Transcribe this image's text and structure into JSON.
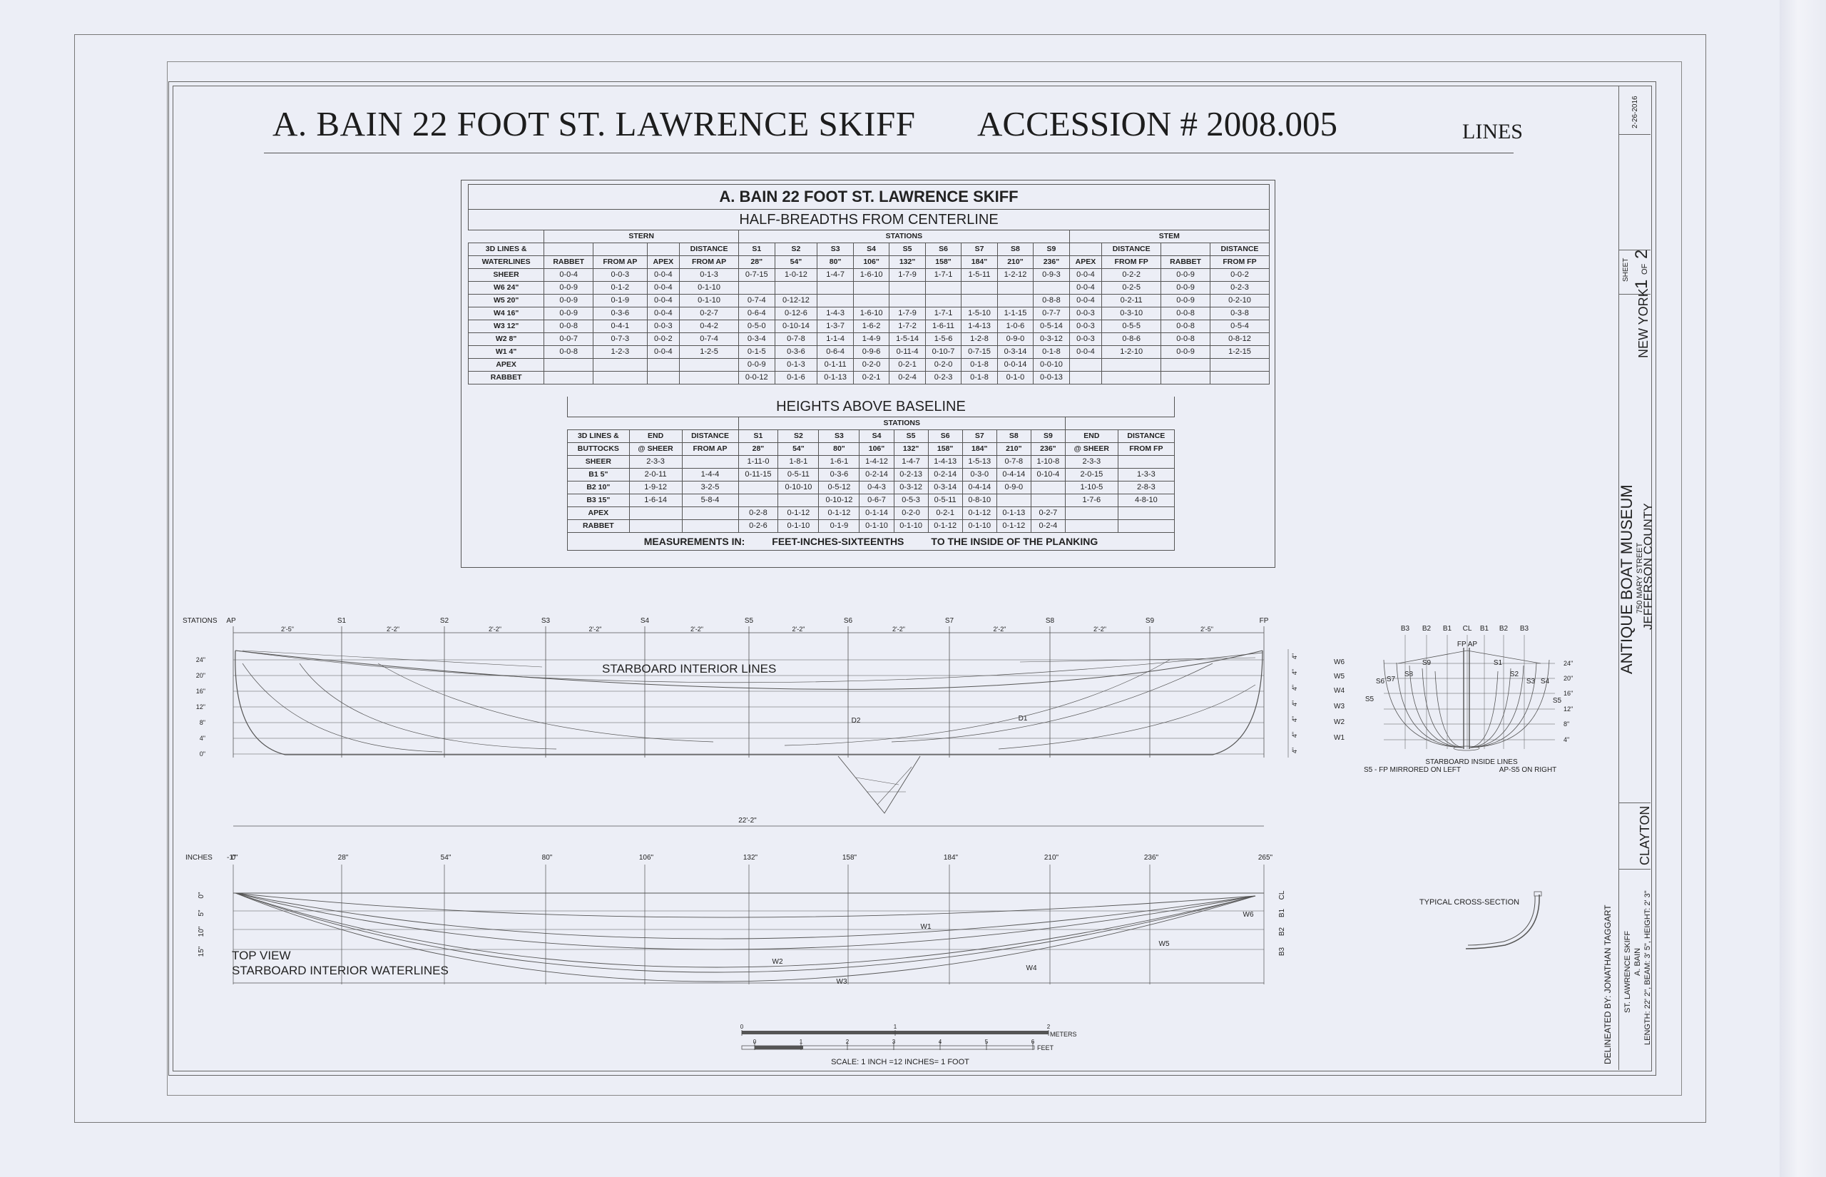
{
  "title": {
    "main": "A. BAIN 22 FOOT ST. LAWRENCE SKIFF",
    "accession": "ACCESSION # 2008.005",
    "sheet_name": "LINES"
  },
  "half_breadths": {
    "title": "A. BAIN 22 FOOT ST. LAWRENCE SKIFF",
    "subtitle": "HALF-BREADTHS FROM CENTERLINE",
    "group_stern": "STERN",
    "group_stations": "STATIONS",
    "group_stem": "STEM",
    "row_head_1": "3D LINES &",
    "row_head_2": "WATERLINES",
    "stern_cols": [
      "RABBET",
      "FROM AP",
      "APEX",
      "FROM AP"
    ],
    "distance_label": "DISTANCE",
    "station_names": [
      "S1",
      "S2",
      "S3",
      "S4",
      "S5",
      "S6",
      "S7",
      "S8",
      "S9"
    ],
    "station_dims": [
      "28\"",
      "54\"",
      "80\"",
      "106\"",
      "132\"",
      "158\"",
      "184\"",
      "210\"",
      "236\""
    ],
    "stem_cols": [
      "APEX",
      "FROM FP",
      "RABBET",
      "FROM FP"
    ],
    "rows": [
      {
        "label": "SHEER",
        "cells": [
          "0-0-4",
          "0-0-3",
          "0-0-4",
          "0-1-3",
          "0-7-15",
          "1-0-12",
          "1-4-7",
          "1-6-10",
          "1-7-9",
          "1-7-1",
          "1-5-11",
          "1-2-12",
          "0-9-3",
          "0-0-4",
          "0-2-2",
          "0-0-9",
          "0-0-2"
        ]
      },
      {
        "label": "W6   24\"",
        "cells": [
          "0-0-9",
          "0-1-2",
          "0-0-4",
          "0-1-10",
          "",
          "",
          "",
          "",
          "",
          "",
          "",
          "",
          "",
          "0-0-4",
          "0-2-5",
          "0-0-9",
          "0-2-3"
        ]
      },
      {
        "label": "W5   20\"",
        "cells": [
          "0-0-9",
          "0-1-9",
          "0-0-4",
          "0-1-10",
          "0-7-4",
          "0-12-12",
          "",
          "",
          "",
          "",
          "",
          "",
          "0-8-8",
          "0-0-4",
          "0-2-11",
          "0-0-9",
          "0-2-10"
        ]
      },
      {
        "label": "W4   16\"",
        "cells": [
          "0-0-9",
          "0-3-6",
          "0-0-4",
          "0-2-7",
          "0-6-4",
          "0-12-6",
          "1-4-3",
          "1-6-10",
          "1-7-9",
          "1-7-1",
          "1-5-10",
          "1-1-15",
          "0-7-7",
          "0-0-3",
          "0-3-10",
          "0-0-8",
          "0-3-8"
        ]
      },
      {
        "label": "W3   12\"",
        "cells": [
          "0-0-8",
          "0-4-1",
          "0-0-3",
          "0-4-2",
          "0-5-0",
          "0-10-14",
          "1-3-7",
          "1-6-2",
          "1-7-2",
          "1-6-11",
          "1-4-13",
          "1-0-6",
          "0-5-14",
          "0-0-3",
          "0-5-5",
          "0-0-8",
          "0-5-4"
        ]
      },
      {
        "label": "W2   8\"",
        "cells": [
          "0-0-7",
          "0-7-3",
          "0-0-2",
          "0-7-4",
          "0-3-4",
          "0-7-8",
          "1-1-4",
          "1-4-9",
          "1-5-14",
          "1-5-6",
          "1-2-8",
          "0-9-0",
          "0-3-12",
          "0-0-3",
          "0-8-6",
          "0-0-8",
          "0-8-12"
        ]
      },
      {
        "label": "W1   4\"",
        "cells": [
          "0-0-8",
          "1-2-3",
          "0-0-4",
          "1-2-5",
          "0-1-5",
          "0-3-6",
          "0-6-4",
          "0-9-6",
          "0-11-4",
          "0-10-7",
          "0-7-15",
          "0-3-14",
          "0-1-8",
          "0-0-4",
          "1-2-10",
          "0-0-9",
          "1-2-15"
        ]
      },
      {
        "label": "APEX",
        "cells": [
          "",
          "",
          "",
          "",
          "0-0-9",
          "0-1-3",
          "0-1-11",
          "0-2-0",
          "0-2-1",
          "0-2-0",
          "0-1-8",
          "0-0-14",
          "0-0-10",
          "",
          "",
          "",
          ""
        ]
      },
      {
        "label": "RABBET",
        "cells": [
          "",
          "",
          "",
          "",
          "0-0-12",
          "0-1-6",
          "0-1-13",
          "0-2-1",
          "0-2-4",
          "0-2-3",
          "0-1-8",
          "0-1-0",
          "0-0-13",
          "",
          "",
          "",
          ""
        ]
      }
    ]
  },
  "heights": {
    "subtitle": "HEIGHTS ABOVE BASELINE",
    "group_stations": "STATIONS",
    "row_head_1": "3D LINES &",
    "row_head_2": "BUTTOCKS",
    "end_label": "END",
    "sheer_label": "@ SHEER",
    "distance_label": "DISTANCE",
    "from_ap": "FROM AP",
    "from_fp": "FROM FP",
    "rows": [
      {
        "label": "SHEER",
        "cells": [
          "2-3-3",
          "",
          "1-11-0",
          "1-8-1",
          "1-6-1",
          "1-4-12",
          "1-4-7",
          "1-4-13",
          "1-5-13",
          "0-7-8",
          "1-10-8",
          "2-3-3",
          ""
        ]
      },
      {
        "label": "B1   5\"",
        "cells": [
          "2-0-11",
          "1-4-4",
          "0-11-15",
          "0-5-11",
          "0-3-6",
          "0-2-14",
          "0-2-13",
          "0-2-14",
          "0-3-0",
          "0-4-14",
          "0-10-4",
          "2-0-15",
          "1-3-3"
        ]
      },
      {
        "label": "B2   10\"",
        "cells": [
          "1-9-12",
          "3-2-5",
          "",
          "0-10-10",
          "0-5-12",
          "0-4-3",
          "0-3-12",
          "0-3-14",
          "0-4-14",
          "0-9-0",
          "",
          "1-10-5",
          "2-8-3"
        ]
      },
      {
        "label": "B3   15\"",
        "cells": [
          "1-6-14",
          "5-8-4",
          "",
          "",
          "0-10-12",
          "0-6-7",
          "0-5-3",
          "0-5-11",
          "0-8-10",
          "",
          "",
          "1-7-6",
          "4-8-10"
        ]
      },
      {
        "label": "APEX",
        "cells": [
          "",
          "",
          "0-2-8",
          "0-1-12",
          "0-1-12",
          "0-1-14",
          "0-2-0",
          "0-2-1",
          "0-1-12",
          "0-1-13",
          "0-2-7",
          "",
          ""
        ]
      },
      {
        "label": "RABBET",
        "cells": [
          "",
          "",
          "0-2-6",
          "0-1-10",
          "0-1-9",
          "0-1-10",
          "0-1-10",
          "0-1-12",
          "0-1-10",
          "0-1-12",
          "0-2-4",
          "",
          ""
        ]
      }
    ],
    "measurements": {
      "a": "MEASUREMENTS IN:",
      "b": "FEET-INCHES-SIXTEENTHS",
      "c": "TO THE INSIDE OF THE PLANKING"
    }
  },
  "profile": {
    "stations_label": "STATIONS",
    "stations": [
      "AP",
      "S1",
      "S2",
      "S3",
      "S4",
      "S5",
      "S6",
      "S7",
      "S8",
      "S9",
      "FP"
    ],
    "spacing": [
      "2'-5\"",
      "2'-2\"",
      "2'-2\"",
      "2'-2\"",
      "2'-2\"",
      "2'-2\"",
      "2'-2\"",
      "2'-2\"",
      "2'-2\"",
      "2'-5\""
    ],
    "heights": [
      "24\"",
      "20\"",
      "16\"",
      "12\"",
      "8\"",
      "4\"",
      "0\""
    ],
    "right_dims": [
      "4\"",
      "4\"",
      "4\"",
      "4\"",
      "4\"",
      "4\"",
      "4\""
    ],
    "waterlines": [
      "W6",
      "W5",
      "W4",
      "W3",
      "W2",
      "W1"
    ],
    "label": "STARBOARD INTERIOR LINES",
    "d1": "D1",
    "d2": "D2",
    "overall": "22'-2\""
  },
  "top_view": {
    "inches_label": "INCHES",
    "inch_start": "-1\"",
    "inches": [
      "0\"",
      "28\"",
      "54\"",
      "80\"",
      "106\"",
      "132\"",
      "158\"",
      "184\"",
      "210\"",
      "236\"",
      "265\""
    ],
    "left_scale": [
      "0\"",
      "5\"",
      "10\"",
      "15\""
    ],
    "right_scale": [
      "CL",
      "B1",
      "B2",
      "B3"
    ],
    "wl": [
      "W1",
      "W2",
      "W3",
      "W4",
      "W5",
      "W6"
    ],
    "label1": "TOP VIEW",
    "label2": "STARBOARD INTERIOR WATERLINES"
  },
  "body_plan": {
    "top": [
      "B3",
      "B2",
      "B1",
      "CL",
      "B1",
      "B2",
      "B3"
    ],
    "fp_ap": "FP AP",
    "stations_left": [
      "S5",
      "S6",
      "S7",
      "S8",
      "S9"
    ],
    "stations_right": [
      "S1",
      "S2",
      "S3",
      "S4",
      "S5"
    ],
    "heights": [
      "24\"",
      "20\"",
      "16\"",
      "12\"",
      "8\"",
      "4\""
    ],
    "caption1": "STARBOARD INSIDE LINES",
    "caption2": "S5 - FP MIRRORED ON LEFT",
    "caption3": "AP-S5 ON RIGHT"
  },
  "cross_section": {
    "label": "TYPICAL CROSS-SECTION"
  },
  "scale": {
    "meters": "METERS",
    "feet": "FEET",
    "m_ticks": [
      "0",
      "1",
      "2"
    ],
    "f_ticks": [
      "0",
      "1",
      "2",
      "3",
      "4",
      "5",
      "6"
    ],
    "caption": "SCALE:  1 INCH =12 INCHES= 1 FOOT"
  },
  "title_block": {
    "date": "2-26-2016",
    "sheet_label": "SHEET",
    "sheet_num": "1",
    "of": "OF",
    "sheet_total": "2",
    "state": "NEW YORK",
    "museum": "ANTIQUE BOAT MUSEUM",
    "street": "750 MARY STREET",
    "county": "JEFFERSON COUNTY",
    "city": "CLAYTON",
    "delineated": "DELINEATED BY:  JONATHAN TAGGART",
    "boat": "ST. LAWRENCE SKIFF",
    "builder": "A. BAIN",
    "dims": "LENGTH: 22' 2\", BEAM: 3' 5\", HEIGHT: 2' 3\""
  }
}
